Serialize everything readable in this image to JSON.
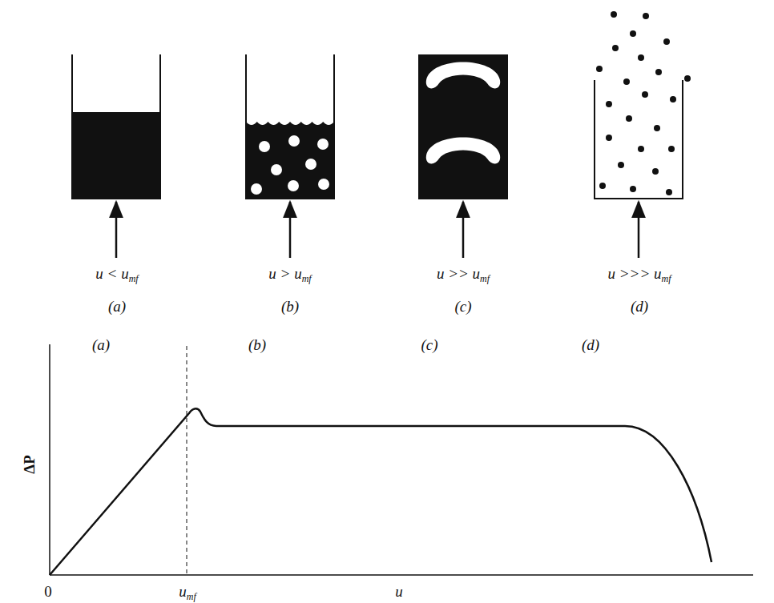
{
  "diagram": {
    "labels": [
      "u < umf",
      "(a)",
      "u > umf",
      "(b)",
      "u >> umf",
      "(c)",
      "u >>> umf",
      "(d)",
      "(a)",
      "(b)",
      "(c)",
      "(d)",
      "ΔP",
      "0",
      "umf",
      "u"
    ]
  }
}
